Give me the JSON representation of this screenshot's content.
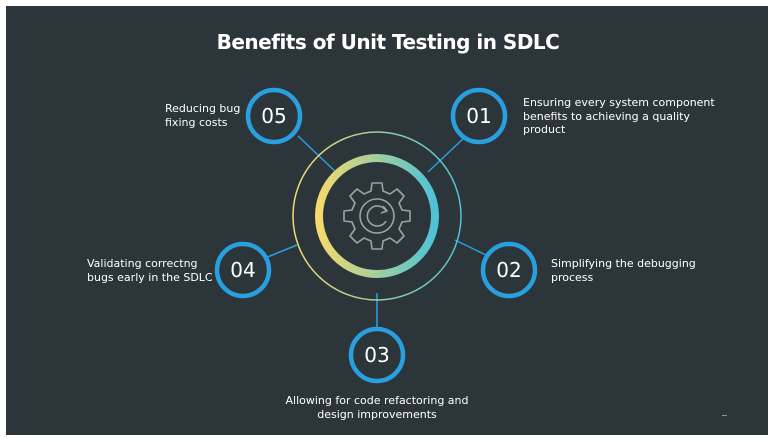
{
  "title": "Benefits of Unit Testing in SDLC",
  "center_icon": "gear-refresh-icon",
  "colors": {
    "background": "#2c3539",
    "accent_blue": "#2a9fe0",
    "ring_gradient": [
      "#f4da6b",
      "#4fc2d6"
    ],
    "text": "#ffffff"
  },
  "items": [
    {
      "number": "01",
      "label": "Ensuring every system component benefits to achieving a quality product"
    },
    {
      "number": "02",
      "label": "Simplifying the debugging process"
    },
    {
      "number": "03",
      "label": "Allowing for code refactoring and design improvements"
    },
    {
      "number": "04",
      "label": "Validating correctng bugs early in the SDLC"
    },
    {
      "number": "05",
      "label": "Reducing bug fixing costs"
    }
  ]
}
